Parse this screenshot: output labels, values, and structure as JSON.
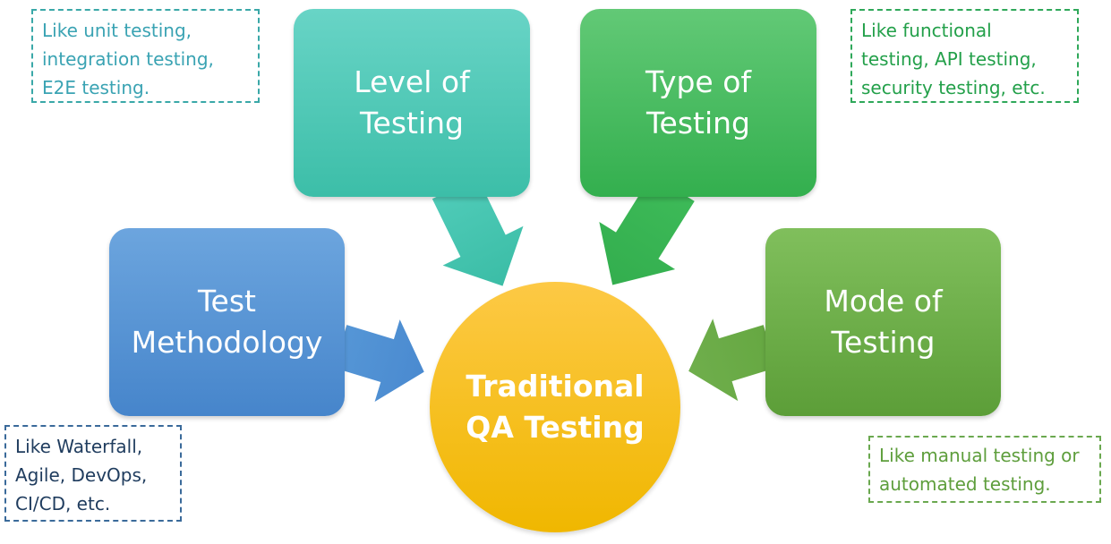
{
  "center": {
    "label": "Traditional\nQA Testing",
    "color": "#f7c11e"
  },
  "boxes": {
    "level": {
      "label": "Level of\nTesting",
      "color": "#4cc8b4"
    },
    "type": {
      "label": "Type of\nTesting",
      "color": "#45bb5e"
    },
    "methodology": {
      "label": "Test\nMethodology",
      "color": "#5895d4"
    },
    "mode": {
      "label": "Mode of\nTesting",
      "color": "#6dad49"
    }
  },
  "notes": {
    "level": "Like unit testing,\nintegration testing,\nE2E testing.",
    "type": "Like functional\ntesting, API testing,\nsecurity testing, etc.",
    "methodology": "Like Waterfall,\nAgile, DevOps,\nCI/CD, etc.",
    "mode": "Like manual testing or\nautomated testing."
  }
}
